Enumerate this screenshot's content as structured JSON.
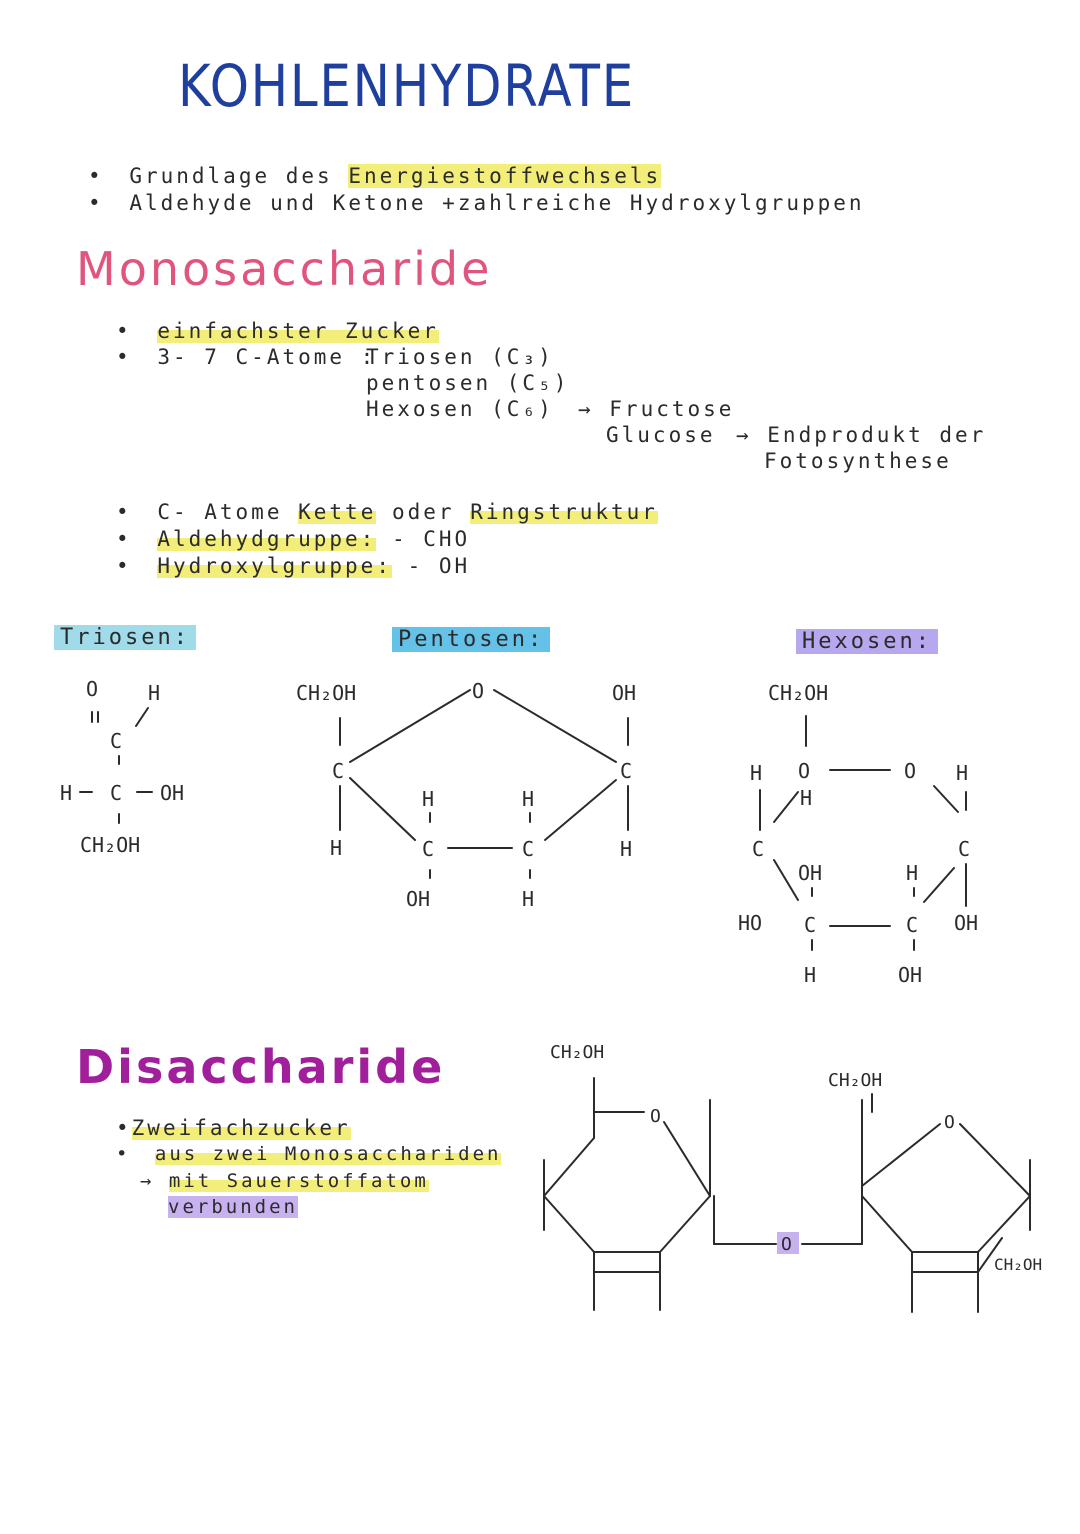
{
  "title": "KOHLENHYDRATE",
  "intro": {
    "line1_prefix": "Grundlage des",
    "line1_highlight": "Energiestoffwechsels",
    "line2": "Aldehyde und Ketone +zahlreiche Hydroxylgruppen"
  },
  "mono": {
    "heading": "Monosaccharide",
    "b1": "einfachster Zucker",
    "b2_prefix": "3- 7 C-Atome :",
    "triosen": "Triosen (C₃)",
    "pentosen": "pentosen (C₅)",
    "hexosen": "Hexosen (C₆)",
    "arrow_fructose": "→ Fructose",
    "glucose": "Glucose",
    "arrow_end": "→ Endprodukt der",
    "fotosynthese": "Fotosynthese",
    "c_atome": "C- Atome",
    "kette": "Kette",
    "oder": "oder",
    "ring": "Ringstruktur",
    "aldehyd_label": "Aldehydgruppe:",
    "aldehyd_formula": "- CHO",
    "hydroxyl_label": "Hydroxylgruppe:",
    "hydroxyl_formula": "- OH"
  },
  "structures": {
    "triosen_label": "Triosen:",
    "pentosen_label": "Pentosen:",
    "hexosen_label": "Hexosen:"
  },
  "di": {
    "heading": "Disaccharide",
    "b1": "Zweifachzucker",
    "b2": "aus zwei Monosacchariden",
    "b3_arrow": "→",
    "b3_hl": "mit Sauerstoffatom",
    "b4": "verbunden"
  },
  "colors": {
    "title": "#1f3f9e",
    "mono_heading": "#e0557e",
    "di_heading": "#a21f9c",
    "yellow_highlight": "#f3ee7a",
    "purple_highlight": "#c7b1ee",
    "cyan_highlight": "#9fdbe8",
    "blue_highlight": "#64c1e8"
  }
}
